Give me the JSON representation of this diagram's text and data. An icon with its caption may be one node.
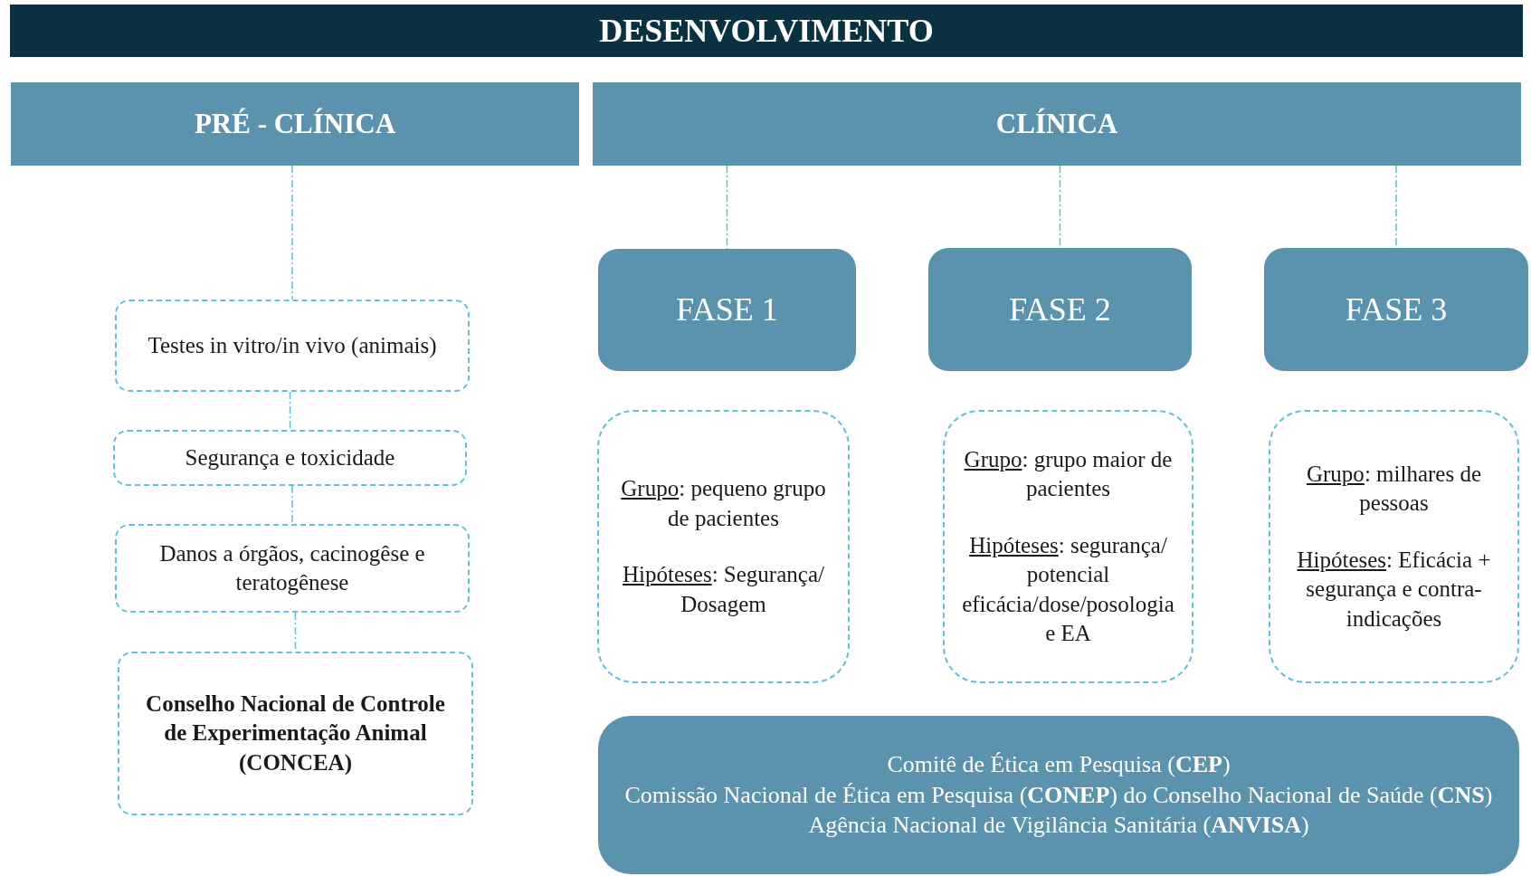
{
  "diagram": {
    "nodes": [
      {
        "text": [
          "DESENVOLVIMENTO"
        ]
      },
      {
        "text": [
          "PRÉ - CLÍNICA"
        ]
      },
      {
        "text": [
          "CLÍNICA"
        ]
      },
      {
        "text": [
          "Testes in vitro/in vivo (animais)"
        ]
      },
      {
        "text": [
          "Segurança e toxicidade"
        ]
      },
      {
        "text": [
          "Danos a órgãos, cacinogêse e teratogênese"
        ]
      },
      {
        "text": [
          "Conselho Nacional de Controle de Experimentação Animal (CONCEA)"
        ]
      },
      {
        "text": [
          "FASE 1"
        ]
      },
      {
        "text": [
          "FASE 2"
        ]
      },
      {
        "text": [
          "FASE 3"
        ]
      },
      {
        "text": [
          "Grupo: pequeno grupo de pacientes",
          "Hipóteses: Segurança/ Dosagem"
        ]
      },
      {
        "text": [
          "Grupo: grupo maior de pacientes",
          "Hipóteses: segurança/ potencial eficácia/dose/posologia e EA"
        ]
      },
      {
        "text": [
          "Grupo: milhares de pessoas",
          "Hipóteses: Eficácia + segurança e contra-indicações"
        ]
      },
      {
        "text": [
          "Comitê de Ética em Pesquisa (**CEP**)",
          "Comissão Nacional de Ética em Pesquisa (**CONEP**) do Conselho Nacional de Saúde (**CNS**)",
          "Agência Nacional de Vigilância Sanitária (**ANVISA**)"
        ]
      }
    ],
    "edges": [
      {
        "from": 1,
        "to": 3,
        "arrow": "none",
        "style": "dashed"
      },
      {
        "from": 3,
        "to": 4,
        "arrow": "none",
        "style": "dashed"
      },
      {
        "from": 4,
        "to": 5,
        "arrow": "none",
        "style": "dashed"
      },
      {
        "from": 5,
        "to": 6,
        "arrow": "none",
        "style": "dashed"
      },
      {
        "from": 2,
        "to": 7,
        "arrow": "none",
        "style": "dashed"
      },
      {
        "from": 2,
        "to": 8,
        "arrow": "none",
        "style": "dashed"
      },
      {
        "from": 2,
        "to": 9,
        "arrow": "none",
        "style": "dashed"
      }
    ]
  }
}
